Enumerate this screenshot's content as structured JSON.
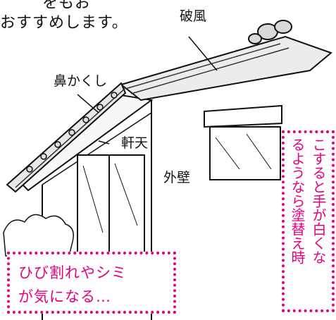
{
  "intro_lines": [
    "をもお",
    "おすすめします。"
  ],
  "labels": {
    "hafu": "破風",
    "hanakakushi": "鼻かくし",
    "noki_ten": "軒天",
    "gaiheki": "外壁"
  },
  "callouts": {
    "left": [
      "ひび割れやシミ",
      "が気になる…"
    ],
    "right": [
      "こすると手が白くな",
      "るようなら塗替え時"
    ]
  },
  "colors": {
    "accent": "#e6007e",
    "line": "#111111"
  }
}
